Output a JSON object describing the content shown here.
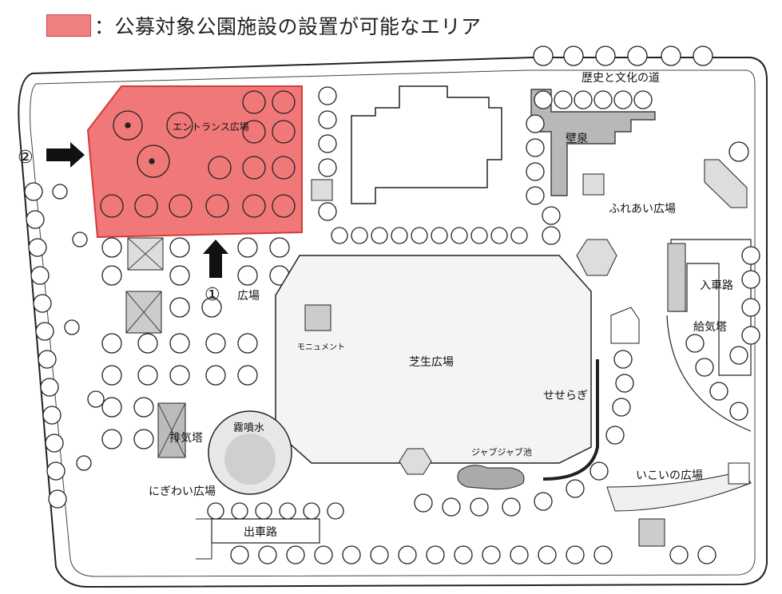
{
  "legend": {
    "swatch_color": "#f08080",
    "text": "：公募対象公園施設の設置が可能なエリア"
  },
  "labels": {
    "history_road": "歴史と文化の道",
    "wall_fountain": "壁泉",
    "entrance_plaza": "エントランス広場",
    "fureai_plaza": "ふれあい広場",
    "plaza": "広場",
    "entry_road": "入車路",
    "supply_tower": "給気塔",
    "monument": "モニュメント",
    "lawn_plaza": "芝生広場",
    "seseragi": "せせらぎ",
    "fountain": "霧噴水",
    "exhaust_tower": "排気塔",
    "splash_pond": "ジャブジャブ池",
    "ikoi_plaza": "いこいの広場",
    "nigiwai_plaza": "にぎわい広場",
    "exit_road": "出車路"
  },
  "markers": {
    "marker1": "①",
    "marker2": "②"
  },
  "colors": {
    "highlight_fill": "#ee5a5a",
    "highlight_stroke": "#d43a3a",
    "line": "#222222"
  }
}
